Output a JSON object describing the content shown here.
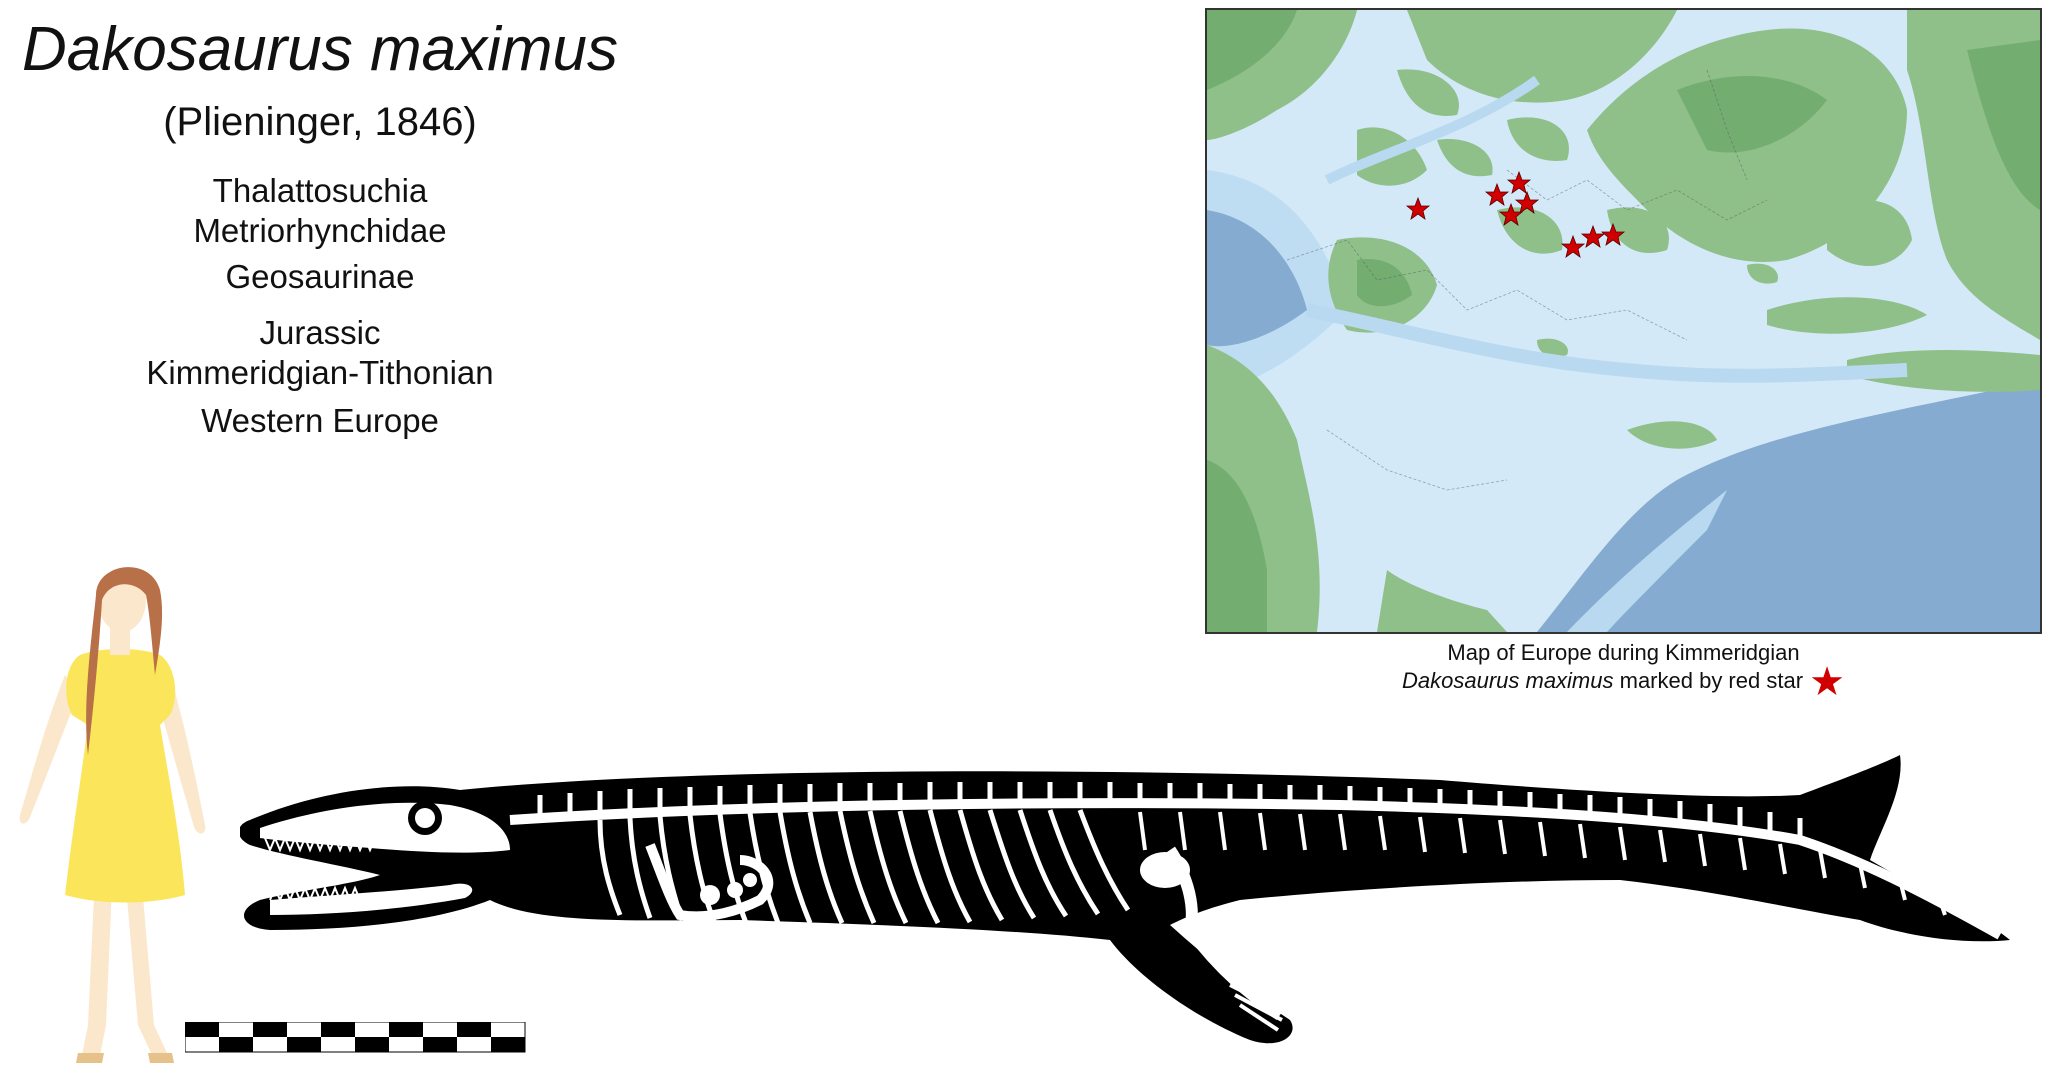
{
  "species": {
    "name": "Dakosaurus maximus",
    "author": "(Plieninger, 1846)"
  },
  "taxonomy": {
    "order": "Thalattosuchia",
    "family": "Metriorhynchidae",
    "subfamily": "Geosaurinae"
  },
  "age": {
    "period": "Jurassic",
    "stage": "Kimmeridgian-Tithonian"
  },
  "range": "Western Europe",
  "map": {
    "caption_line1": "Map of Europe during Kimmeridgian",
    "caption_species": "Dakosaurus maximus",
    "caption_rest": " marked by red star",
    "legend_symbol": "★",
    "colors": {
      "land": "#8fc08a",
      "land_dark": "#74ad70",
      "shallow_sea": "#d4e9f8",
      "mid_sea": "#b9d9f0",
      "deep_sea": "#86abd0",
      "marker": "#d00000"
    }
  },
  "colors": {
    "dress": "#fbe55a",
    "hair": "#b87048",
    "skin": "#fbe7cc",
    "silhouette": "#000000",
    "bone": "#ffffff"
  }
}
